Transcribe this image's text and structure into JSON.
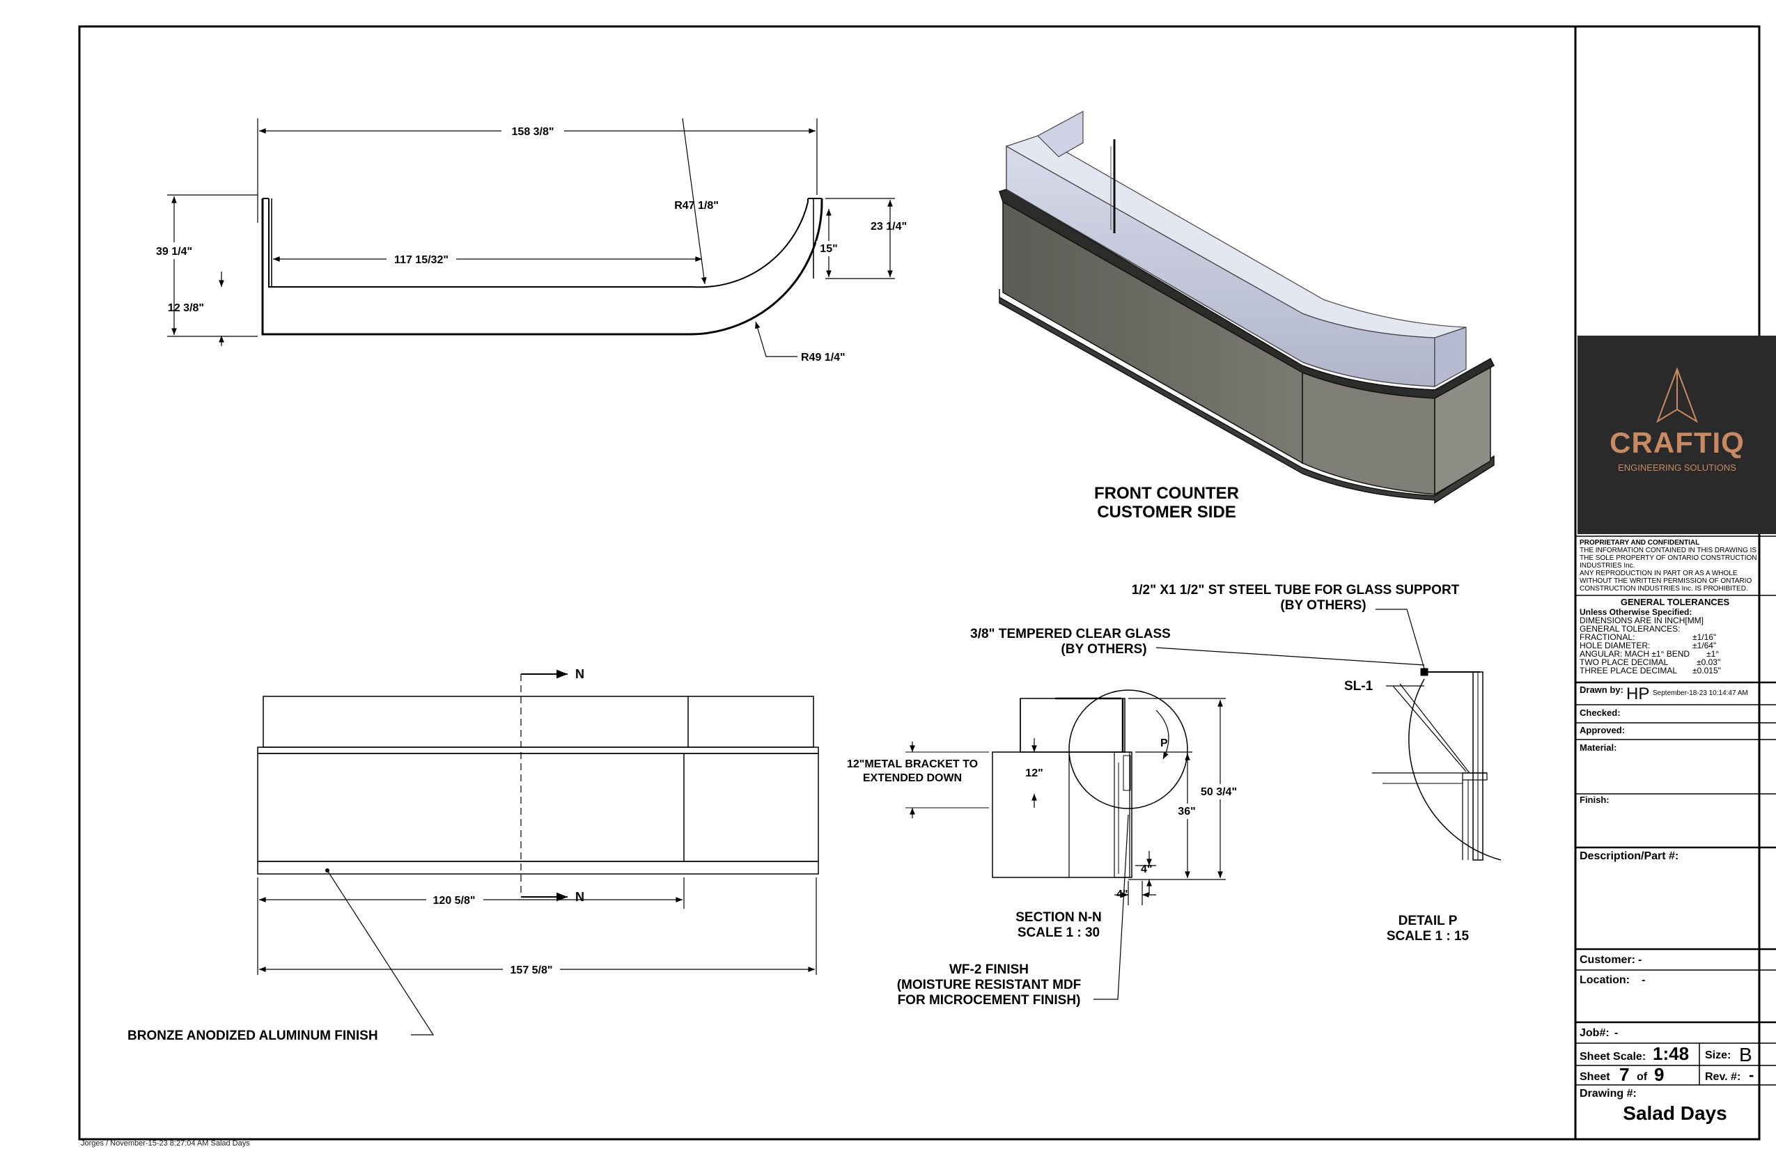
{
  "drawing": {
    "top_view": {
      "dim_overall": "158 3/8\"",
      "dim_inner": "117 15/32\"",
      "dim_depth": "39 1/4\"",
      "dim_inner_depth": "12 3/8\"",
      "dim_right_depth": "23 1/4\"",
      "dim_right_inner": "15\"",
      "radius_inner": "R47 1/8\"",
      "radius_outer": "R49 1/4\""
    },
    "iso_view": {
      "title_line1": "FRONT COUNTER",
      "title_line2": "CUSTOMER SIDE"
    },
    "front_view": {
      "section_marker": "N",
      "dim_section": "120 5/8\"",
      "dim_overall": "157 5/8\"",
      "finish_label": "BRONZE ANODIZED ALUMINUM FINISH"
    },
    "section_view": {
      "bracket_line1": "12\"METAL BRACKET TO",
      "bracket_line2": "EXTENDED DOWN",
      "dim_bracket": "12\"",
      "dim_counter": "36\"",
      "dim_overall": "50 3/4\"",
      "dim_kick": "4\"",
      "dim_bottom": "4\"",
      "detail_marker": "P",
      "title_line1": "SECTION N-N",
      "title_line2": "SCALE 1 : 30",
      "finish_line1": "WF-2 FINISH",
      "finish_line2": "(MOISTURE RESISTANT MDF",
      "finish_line3": "FOR MICROCEMENT FINISH)",
      "glass_line1": "3/8\" TEMPERED CLEAR GLASS",
      "glass_line2": "(BY OTHERS)"
    },
    "detail_view": {
      "tube_line1": "1/2\" X1 1/2\" ST STEEL TUBE FOR GLASS SUPPORT",
      "tube_line2": "(BY OTHERS)",
      "sl_label": "SL-1",
      "title_line1": "DETAIL P",
      "title_line2": "SCALE 1 : 15"
    }
  },
  "title_block": {
    "logo_text": "CRAFTIQ",
    "logo_sub": "ENGINEERING SOLUTIONS",
    "proprietary": [
      "PROPRIETARY AND CONFIDENTIAL",
      "THE INFORMATION CONTAINED IN THIS DRAWING IS",
      "THE SOLE PROPERTY OF ONTARIO CONSTRUCTION",
      "INDUSTRIES Inc.",
      "ANY REPRODUCTION IN PART OR AS A WHOLE",
      "WITHOUT THE WRITTEN PERMISSION OF ONTARIO",
      "CONSTRUCTION INDUSTRIES Inc. IS PROHIBITED."
    ],
    "tol_title": "GENERAL TOLERANCES",
    "tol_unless": "Unless Otherwise Specified:",
    "tol_dims": "DIMENSIONS ARE IN INCH[MM]",
    "tol_general": "GENERAL TOLERANCES:",
    "tol_rows": [
      {
        "label": "FRACTIONAL:",
        "value": "±1/16\""
      },
      {
        "label": "HOLE DIAMETER:",
        "value": "±1/64\""
      },
      {
        "label": "ANGULAR: MACH ±1° BEND",
        "value": "±1°"
      },
      {
        "label": "TWO PLACE DECIMAL",
        "value": "±0.03\""
      },
      {
        "label": "THREE PLACE DECIMAL",
        "value": "±0.015\""
      }
    ],
    "drawn_by_label": "Drawn by:",
    "drawn_by_value": "HP",
    "drawn_date": "September-18-23 10:14:47 AM",
    "checked_label": "Checked:",
    "approved_label": "Approved:",
    "material_label": "Material:",
    "finish_label": "Finish:",
    "description_label": "Description/Part #:",
    "customer_label": "Customer:",
    "customer_value": "-",
    "location_label": "Location:",
    "location_value": "-",
    "job_label": "Job#:",
    "job_value": "-",
    "scale_label": "Sheet Scale:",
    "scale_value": "1:48",
    "size_label": "Size:",
    "size_value": "B",
    "sheet_label": "Sheet",
    "sheet_num": "7",
    "sheet_of": "of",
    "sheet_total": "9",
    "rev_label": "Rev. #:",
    "rev_value": "-",
    "drawing_label": "Drawing #:",
    "drawing_value": "Salad Days"
  },
  "footer": "Jorges / November-15-23 8:27:04 AM  Salad Days",
  "colors": {
    "panel": "#6f6f68",
    "panel_light": "#85857d",
    "glass": "#c7cbe0",
    "logo_bg": "#2a2a2a",
    "logo_accent": "#c98a62"
  }
}
